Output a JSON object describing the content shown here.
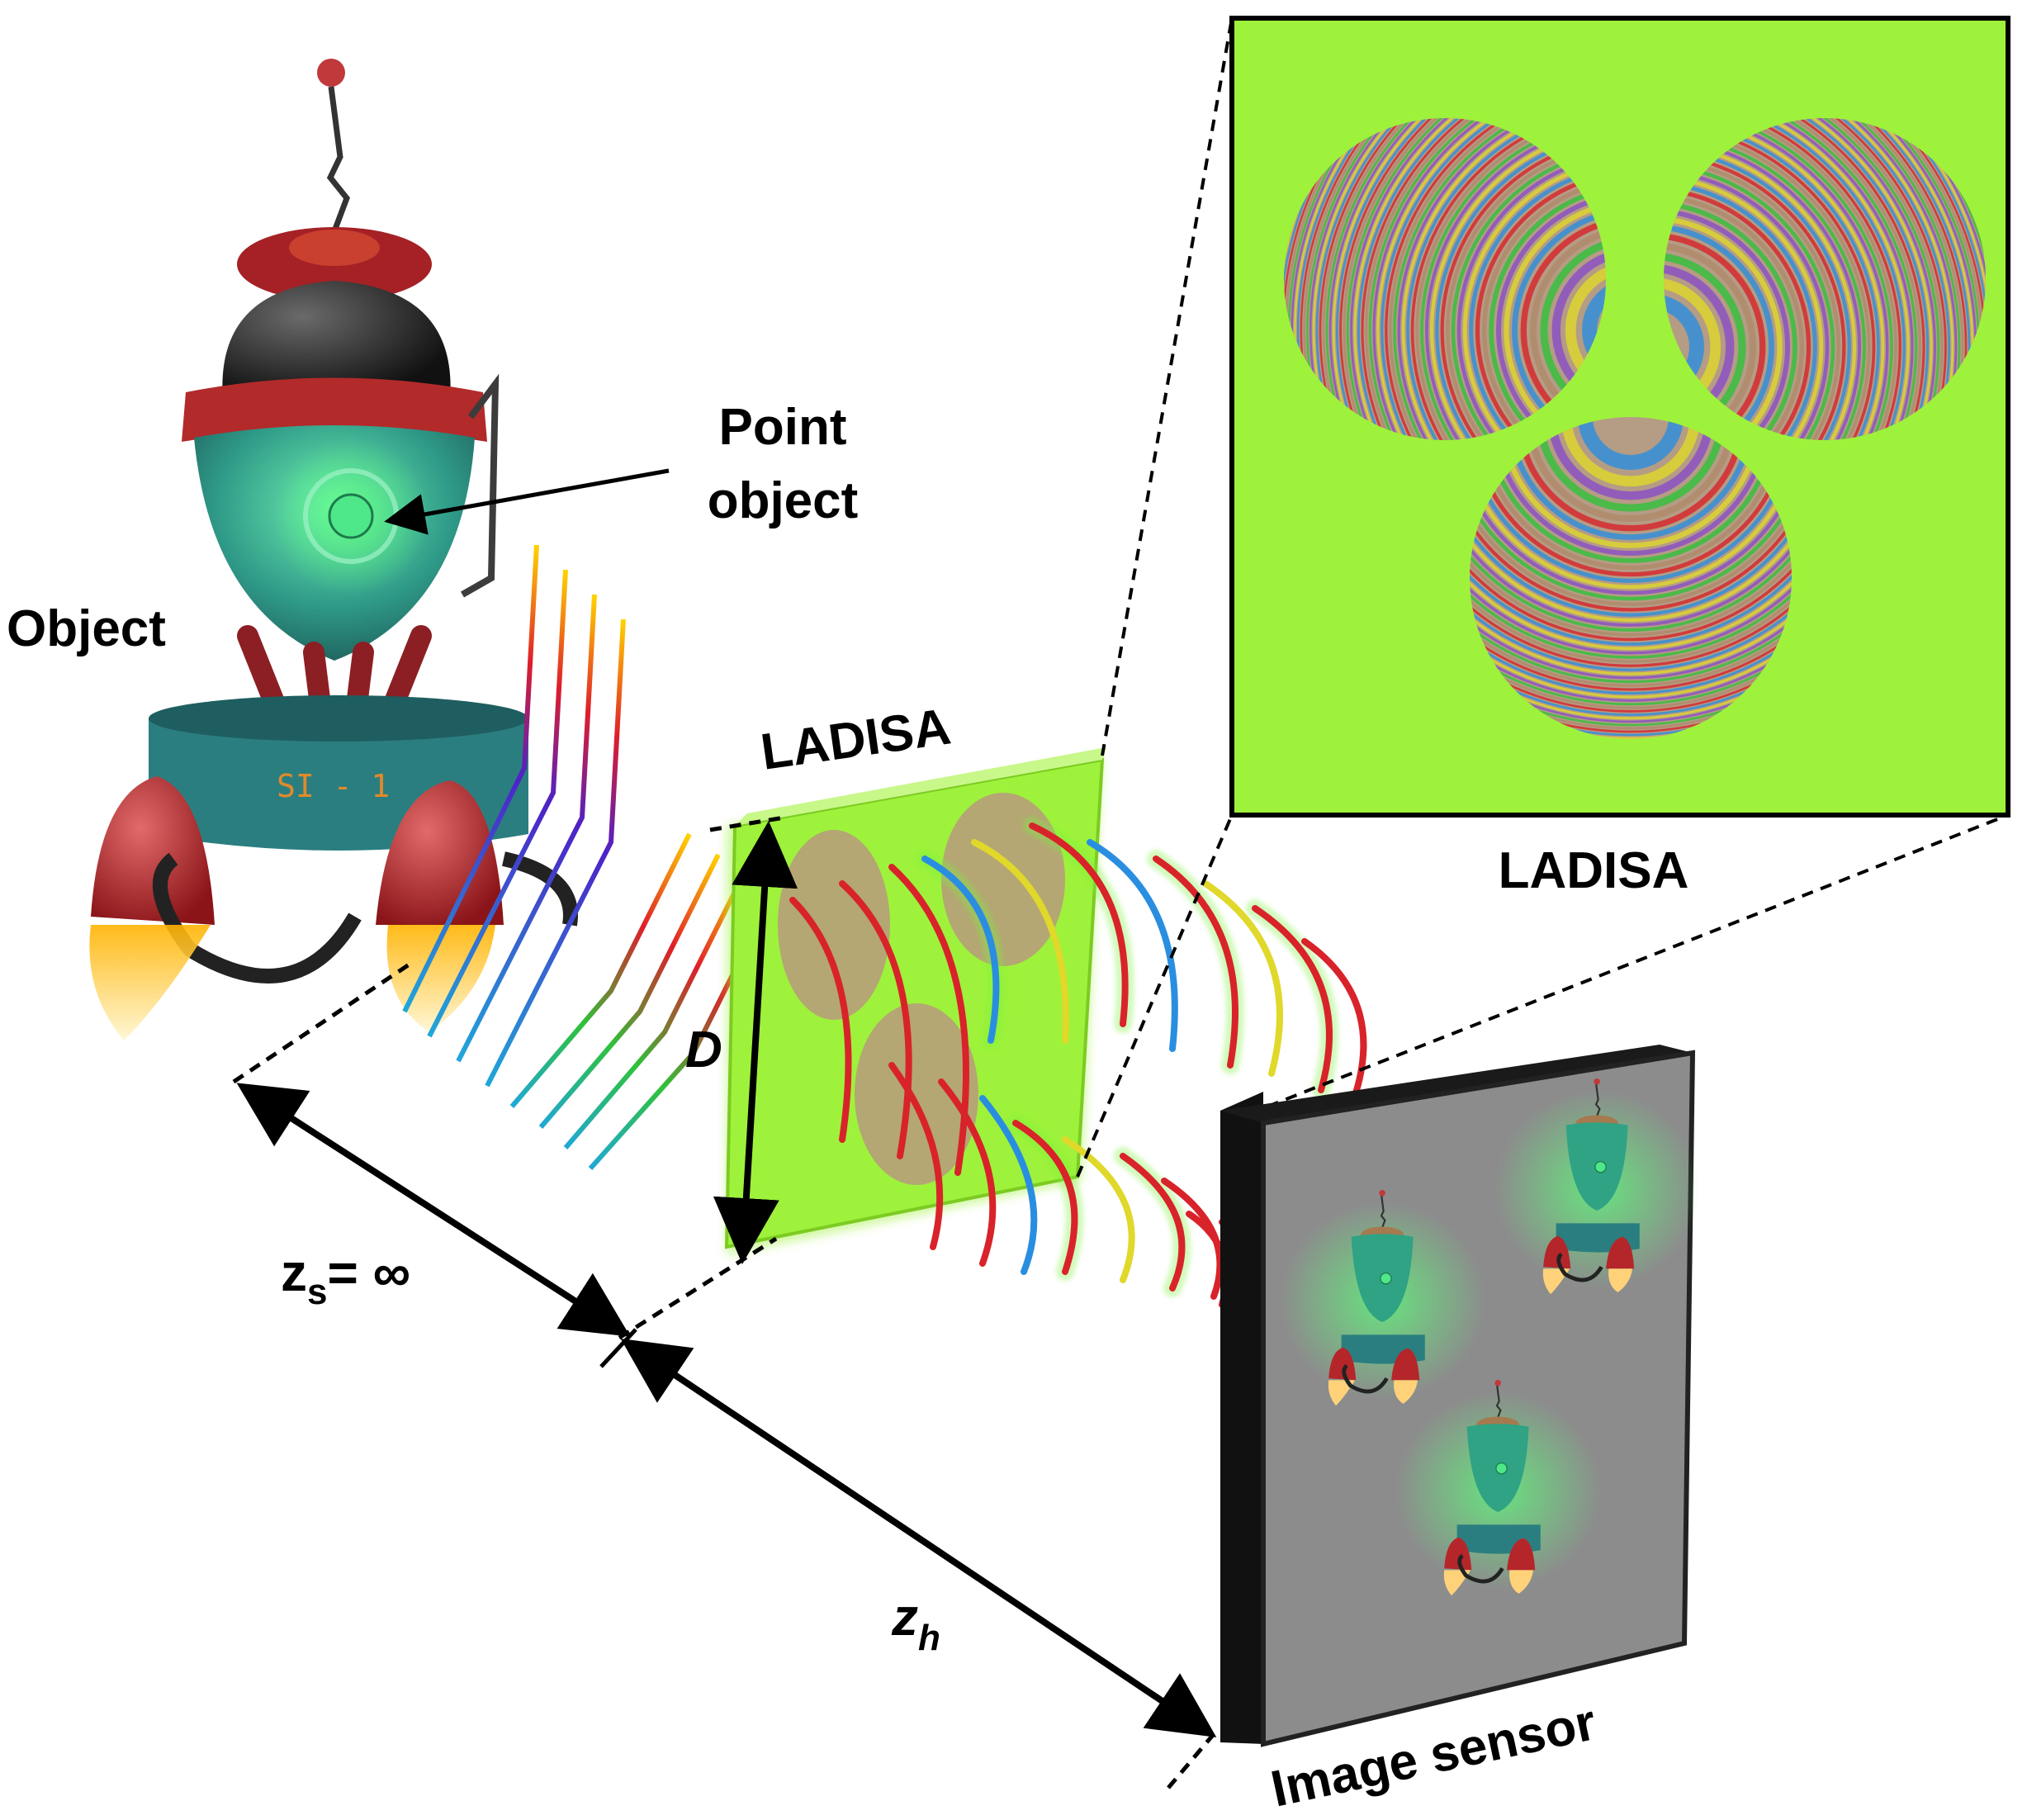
{
  "labels": {
    "object": "Object",
    "point_object_line1": "Point",
    "point_object_line2": "object",
    "ladisa_plate": "LADISA",
    "ladisa_inset": "LADISA",
    "aperture": "D",
    "zs_base": "z",
    "zs_sub": "s",
    "zs_value": "= ∞",
    "zh_base": "z",
    "zh_sub": "h",
    "image_sensor": "Image sensor",
    "rocket_badge": "SI - 1"
  },
  "colors": {
    "ladisa_green": "#9ef23b",
    "sensor_face": "#8c8c8c",
    "sensor_frame": "#1a1a1a",
    "rocket_teal": "#2f8a86",
    "rocket_red": "#b5262a",
    "glow_green": "#5cff7a"
  },
  "icons": {
    "object": "rocket-robot-illustration",
    "sensor_images": "rocket-robot-copies"
  }
}
